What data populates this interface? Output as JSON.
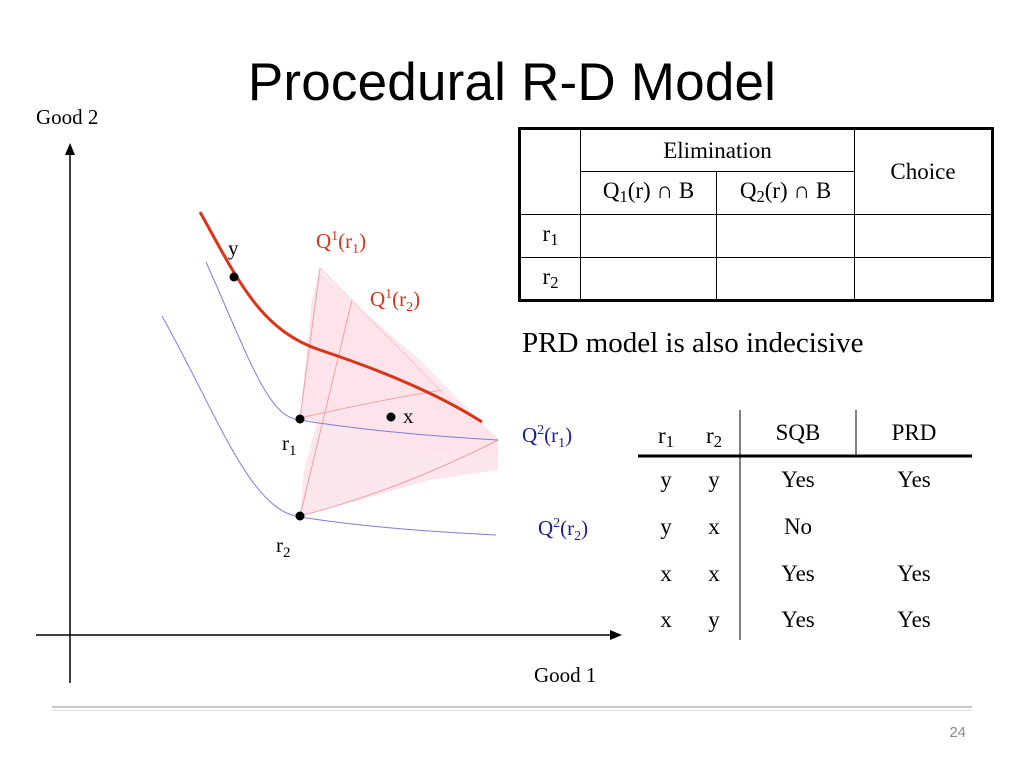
{
  "title": "Procedural R-D Model",
  "axes": {
    "y_label": "Good 2",
    "x_label": "Good 1"
  },
  "points": {
    "y": "y",
    "x": "x",
    "r1": "r",
    "r1_sub": "1",
    "r2": "r",
    "r2_sub": "2"
  },
  "curves": {
    "q1r1": {
      "base": "Q",
      "sup": "1",
      "paren": "(r",
      "sub": "1",
      "close": ")"
    },
    "q1r2": {
      "base": "Q",
      "sup": "1",
      "paren": "(r",
      "sub": "2",
      "close": ")"
    },
    "q2r1": {
      "base": "Q",
      "sup": "2",
      "paren": "(r",
      "sub": "1",
      "close": ")"
    },
    "q2r2": {
      "base": "Q",
      "sup": "2",
      "paren": "(r",
      "sub": "2",
      "close": ")"
    }
  },
  "colors": {
    "red": "#d9341a",
    "blue": "#1b1b9e",
    "pink_fill": "#fde3ea",
    "blue_line": "#7d7ddc"
  },
  "table1": {
    "elimination": "Elimination",
    "choice": "Choice",
    "col1": {
      "a": "Q",
      "sub": "1",
      "b": "(r) ∩ B"
    },
    "col2": {
      "a": "Q",
      "sub": "2",
      "b": "(r) ∩ B"
    },
    "rows": [
      {
        "a": "r",
        "sub": "1"
      },
      {
        "a": "r",
        "sub": "2"
      }
    ]
  },
  "note": "PRD model is also indecisive",
  "table2": {
    "headers": {
      "r1": {
        "a": "r",
        "sub": "1"
      },
      "r2": {
        "a": "r",
        "sub": "2"
      },
      "sqb": "SQB",
      "prd": "PRD"
    },
    "rows": [
      {
        "r1": "y",
        "r2": "y",
        "sqb": "Yes",
        "prd": "Yes"
      },
      {
        "r1": "y",
        "r2": "x",
        "sqb": "No",
        "prd": ""
      },
      {
        "r1": "x",
        "r2": "x",
        "sqb": "Yes",
        "prd": "Yes"
      },
      {
        "r1": "x",
        "r2": "y",
        "sqb": "Yes",
        "prd": "Yes"
      }
    ]
  },
  "page_number": "24"
}
